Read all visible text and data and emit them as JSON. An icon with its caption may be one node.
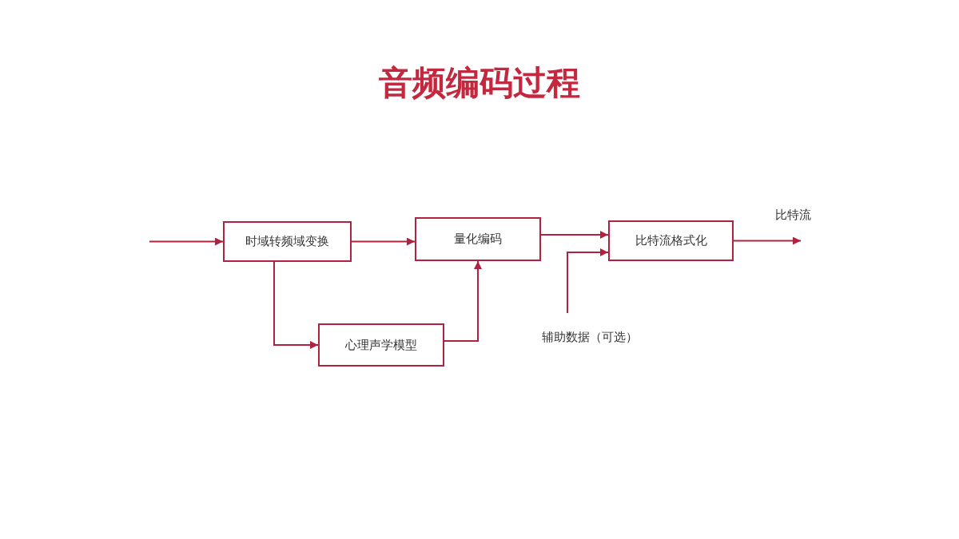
{
  "diagram": {
    "title": "音频编码过程",
    "nodes": [
      {
        "text": [
          "时域转频域变换"
        ]
      },
      {
        "text": [
          "量化编码"
        ]
      },
      {
        "text": [
          "心理声学模型"
        ]
      },
      {
        "text": [
          "比特流格式化"
        ]
      },
      {
        "text": [
          "辅助数据（可选）"
        ]
      }
    ],
    "edges": [
      {
        "from": null,
        "to": 0,
        "arrow": "to"
      },
      {
        "from": 0,
        "to": 1,
        "arrow": "to"
      },
      {
        "from": 0,
        "to": 2,
        "arrow": "to"
      },
      {
        "from": 2,
        "to": 1,
        "arrow": "to"
      },
      {
        "from": 1,
        "to": 3,
        "arrow": "to"
      },
      {
        "from": 4,
        "to": 3,
        "arrow": "to"
      },
      {
        "from": 3,
        "to": null,
        "arrow": "to",
        "label": "比特流"
      }
    ]
  }
}
